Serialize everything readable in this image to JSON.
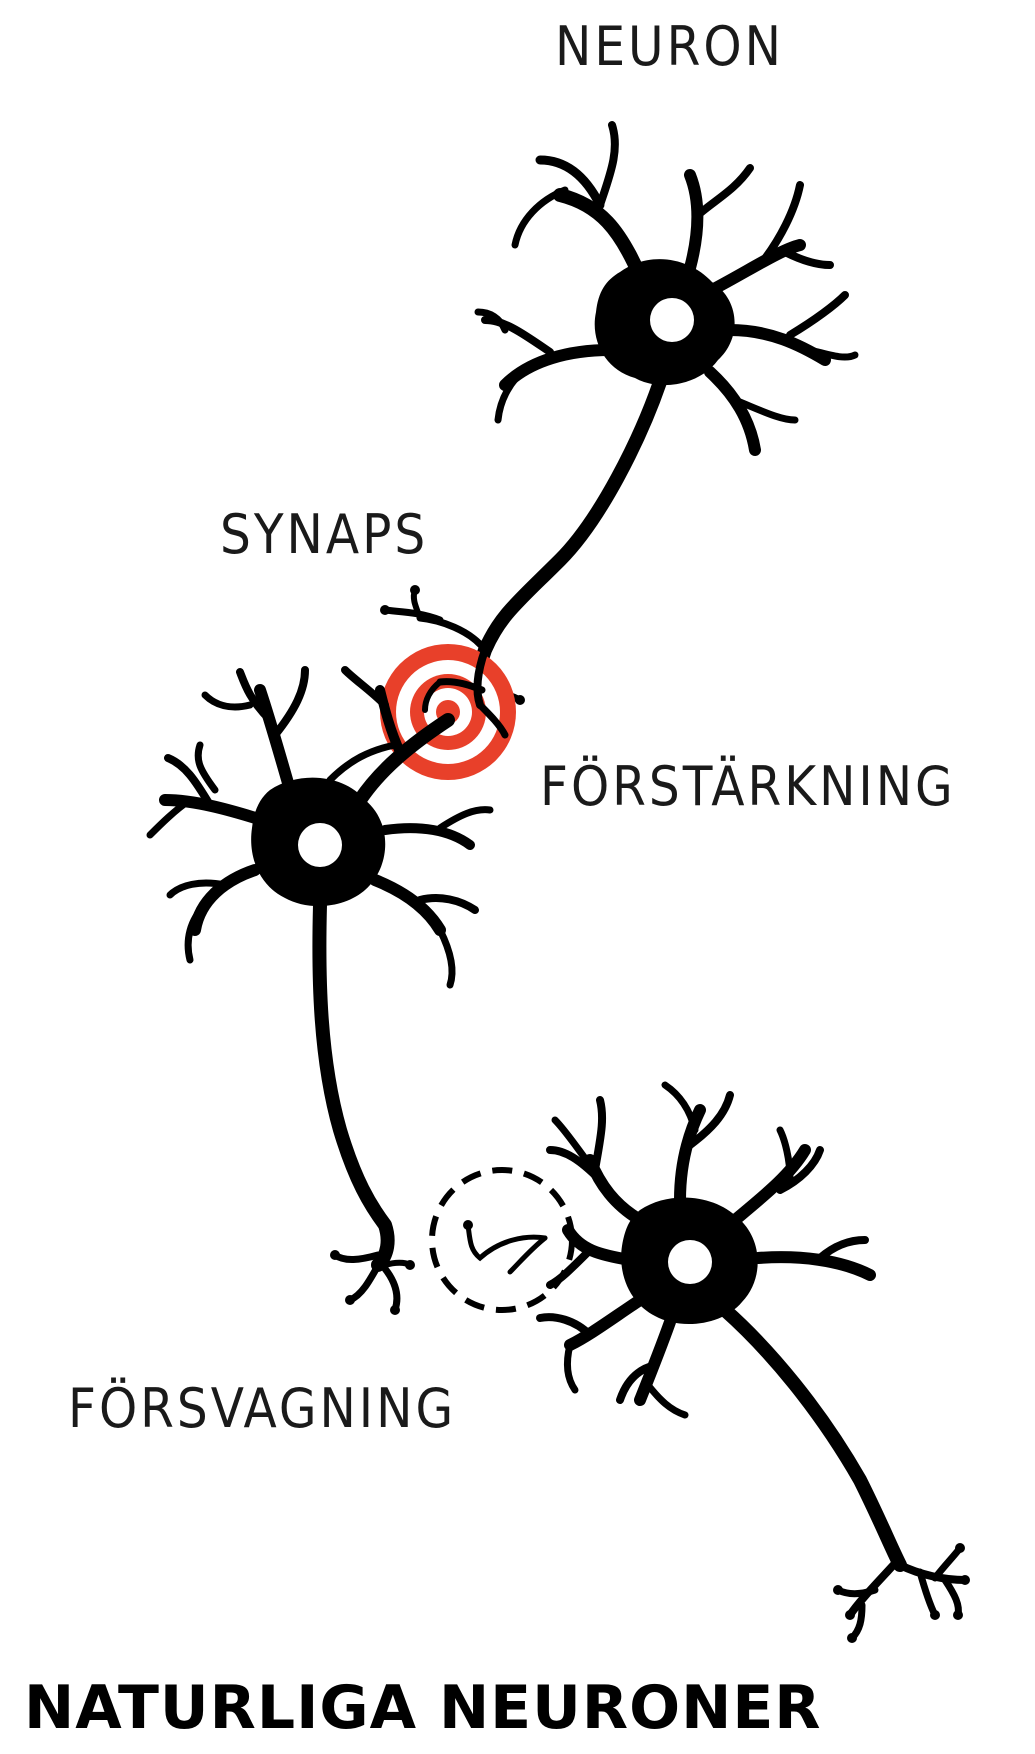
{
  "labels": {
    "neuron": "NEURON",
    "synapse": "SYNAPS",
    "strengthening": "FÖRSTÄRKNING",
    "weakening": "FÖRSVAGNING",
    "title": "NATURLIGA NEURONER"
  },
  "colors": {
    "ink": "#000000",
    "synapse_highlight": "#e8402a",
    "background": "#ffffff"
  }
}
